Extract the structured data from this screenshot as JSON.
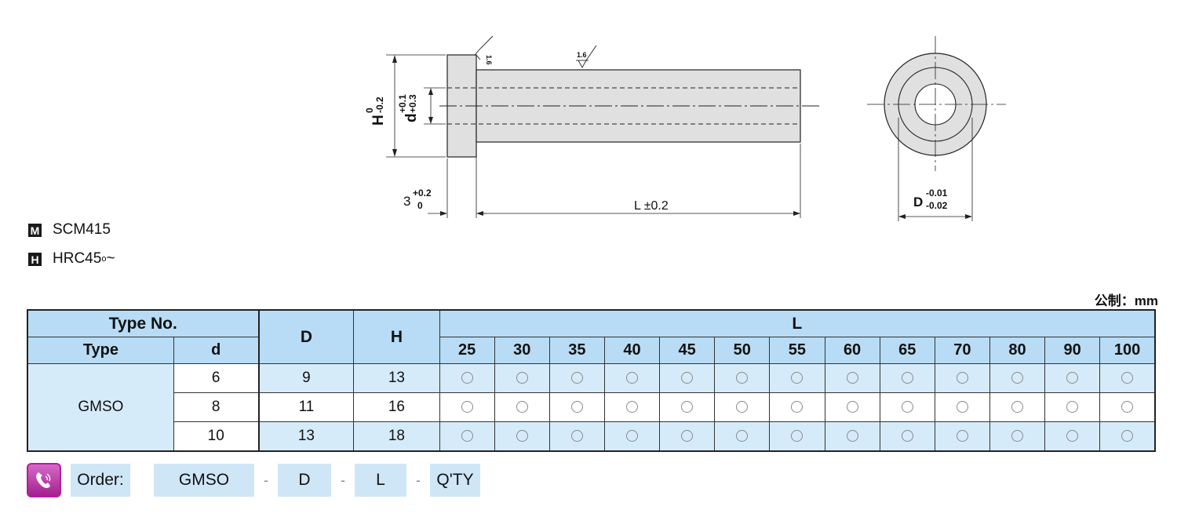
{
  "drawing": {
    "roughness_side": "1.6",
    "roughness_top": "1.6",
    "h_letter": "H",
    "h_tol_upper": "0",
    "h_tol_lower": "-0.2",
    "d_letter": "d",
    "d_tol_upper": "+0.1",
    "d_tol_lower": "+0.3",
    "head_base": "3",
    "head_tol_upper": "+0.2",
    "head_tol_lower": "0",
    "length_label": "L ±0.2",
    "od_letter": "D",
    "od_tol_upper": "-0.01",
    "od_tol_lower": "-0.02"
  },
  "specs": {
    "material_badge": "M",
    "material": "SCM415",
    "hardness_badge": "H",
    "hardness": "HRC45",
    "hardness_sup": "o",
    "hardness_suffix": "~"
  },
  "unit": "公制：mm",
  "table": {
    "type_no_header": "Type  No.",
    "type_header": "Type",
    "d_small_header": "d",
    "D_header": "D",
    "H_header": "H",
    "L_header": "L",
    "L_values": [
      "25",
      "30",
      "35",
      "40",
      "45",
      "50",
      "55",
      "60",
      "65",
      "70",
      "80",
      "90",
      "100"
    ],
    "type_name": "GMSO",
    "rows": [
      {
        "d": "6",
        "D": "9",
        "H": "13"
      },
      {
        "d": "8",
        "D": "11",
        "H": "16"
      },
      {
        "d": "10",
        "D": "13",
        "H": "18"
      }
    ],
    "availability_mark": "circle"
  },
  "order": {
    "icon": "phone-icon",
    "label": "Order:",
    "part1": "GMSO",
    "sep": "-",
    "part2": "D",
    "part3": "L",
    "part4": "Q'TY"
  }
}
